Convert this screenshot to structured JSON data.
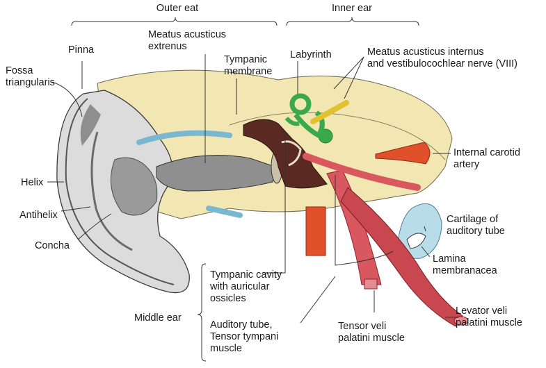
{
  "groups": {
    "outer_ear": "Outer eat",
    "inner_ear": "Inner ear",
    "middle_ear": "Middle ear"
  },
  "labels": {
    "pinna": "Pinna",
    "fossa_triangularis": "Fossa\ntriangularis",
    "helix": "Helix",
    "antihelix": "Antihelix",
    "concha": "Concha",
    "meatus_externus": "Meatus acusticus\nextrenus",
    "tympanic_membrane": "Tympanic\nmembrane",
    "labyrinth": "Labyrinth",
    "meatus_internus": "Meatus acusticus internus\nand vestibulocochlear nerve (VIII)",
    "internal_carotid": "Internal carotid\nartery",
    "cartilage_tube": "Cartilage of\nauditory tube",
    "lamina_membranacea": "Lamina\nmembranacea",
    "levator_veli": "Levator veli\npalatini muscle",
    "tensor_veli": "Tensor veli\npalatini muscle",
    "tympanic_cavity": "Tympanic cavity\nwith auricular\nossicles",
    "auditory_tube": "Auditory tube,\nTensor tympani\nmuscle"
  },
  "colors": {
    "bone": "#f2e6b2",
    "cartilage": "#b9dce9",
    "muscle": "#d9575f",
    "labyrinth": "#3aa94a",
    "nerve": "#e0c230",
    "artery": "#e0502a",
    "cavity": "#5a2a22",
    "skin": "#d8d8d8"
  }
}
